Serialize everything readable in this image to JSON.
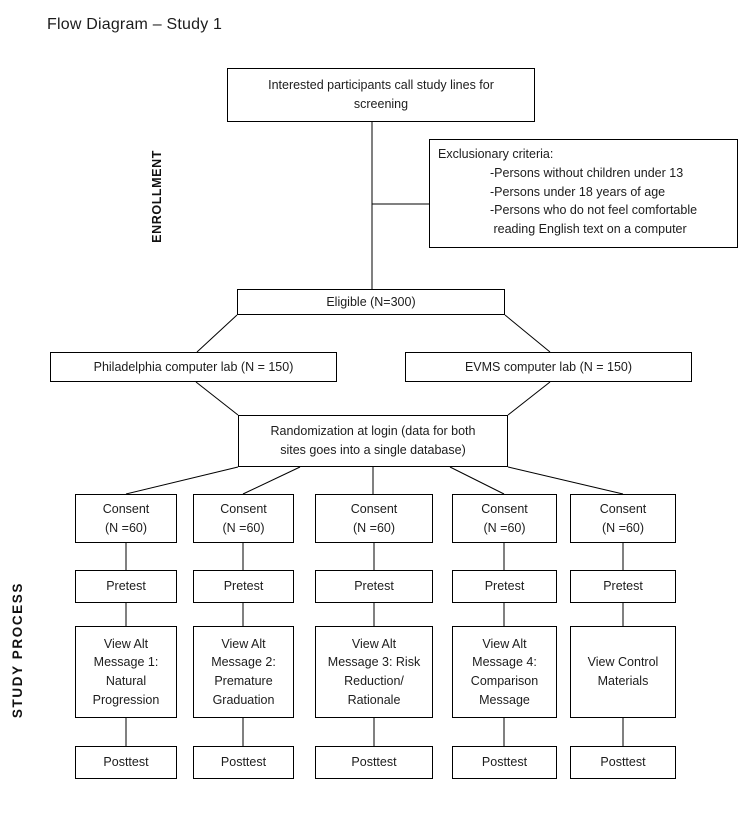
{
  "title": "Flow Diagram – Study 1",
  "colors": {
    "ink": "#1c1c1c",
    "line": "#000000",
    "background": "#ffffff"
  },
  "sections": {
    "enrollment": "ENROLLMENT",
    "study_process": "STUDY PROCESS"
  },
  "nodes": {
    "screening": "Interested participants call study lines for\nscreening",
    "exclusion": {
      "heading": "Exclusionary criteria:",
      "items": [
        "-Persons without children under 13",
        "-Persons under 18 years of age",
        "-Persons who do not feel comfortable\n reading English text on a computer"
      ]
    },
    "eligible": "Eligible (N=300)",
    "site_left": "Philadelphia computer lab (N = 150)",
    "site_right": "EVMS computer lab (N = 150)",
    "randomization": "Randomization at login (data for both\nsites goes into a single database)",
    "columns": [
      {
        "consent": "Consent\n(N =60)",
        "pretest": "Pretest",
        "message": "View Alt\nMessage 1:\nNatural\nProgression",
        "posttest": "Posttest"
      },
      {
        "consent": "Consent\n(N =60)",
        "pretest": "Pretest",
        "message": "View Alt\nMessage 2:\nPremature\nGraduation",
        "posttest": "Posttest"
      },
      {
        "consent": "Consent\n(N =60)",
        "pretest": "Pretest",
        "message": "View Alt\nMessage 3: Risk\nReduction/\nRationale",
        "posttest": "Posttest"
      },
      {
        "consent": "Consent\n(N =60)",
        "pretest": "Pretest",
        "message": "View Alt\nMessage 4:\nComparison\nMessage",
        "posttest": "Posttest"
      },
      {
        "consent": "Consent\n(N =60)",
        "pretest": "Pretest",
        "message": "View Control\nMaterials",
        "posttest": "Posttest"
      }
    ]
  }
}
